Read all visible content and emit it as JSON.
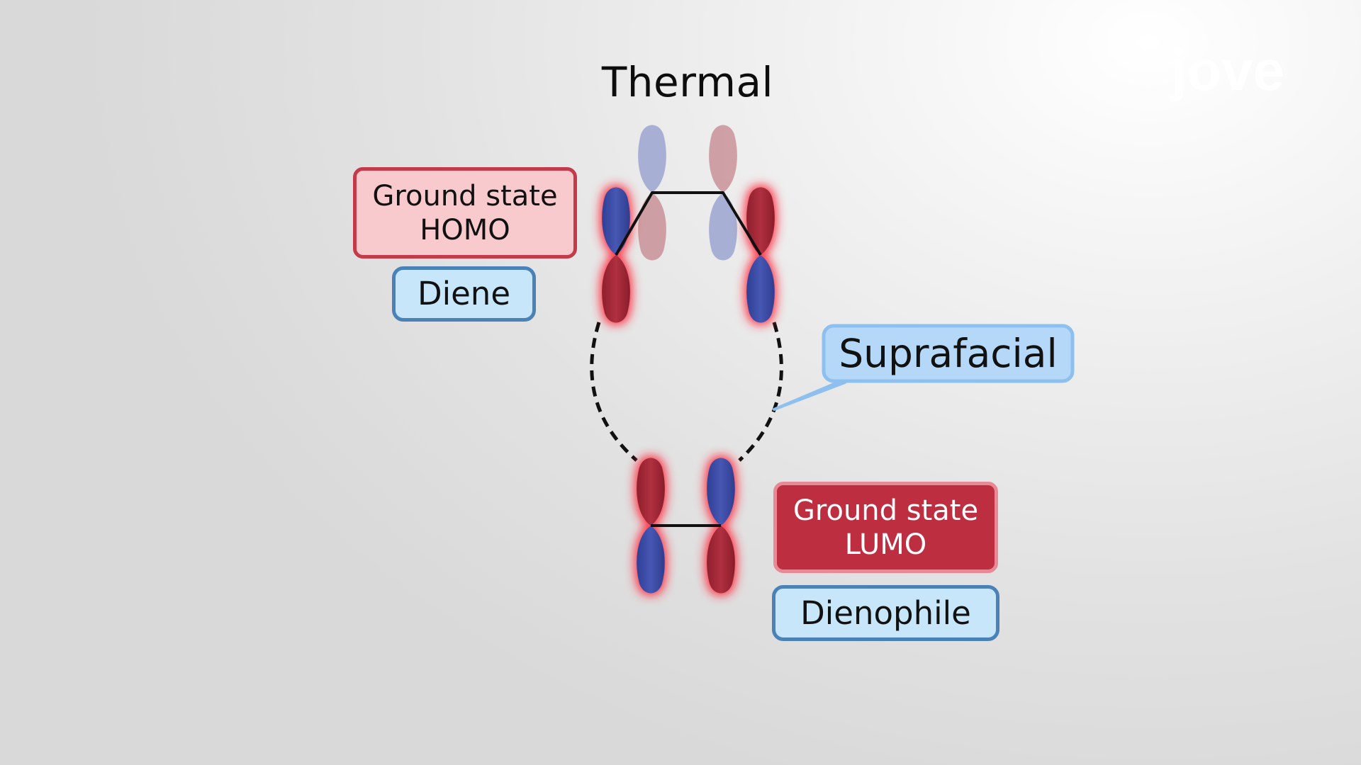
{
  "title": "Thermal",
  "diene_orbital": {
    "label_line1": "Ground state",
    "label_line2": "HOMO",
    "component": "Diene"
  },
  "dienophile_orbital": {
    "label_line1": "Ground state",
    "label_line2": "LUMO",
    "component": "Dienophile"
  },
  "callout": {
    "text": "Suprafacial"
  },
  "logo": {
    "text": "jove"
  },
  "colors": {
    "lobe_blue": "#3b4aa3",
    "lobe_red": "#a52a38",
    "lobe_blue_faded": "#97a1cf",
    "lobe_red_faded": "#c78d94",
    "glow_red": "#ff2a3c",
    "homo_fill": "#f8c9cd",
    "homo_border": "#c33a4a",
    "lumo_fill": "#bd2e40",
    "lumo_border": "#e88a95",
    "component_fill": "#c7e6fa",
    "component_border": "#4a82b8",
    "callout_fill": "#b5d8f8",
    "callout_border": "#8ec0ef"
  }
}
